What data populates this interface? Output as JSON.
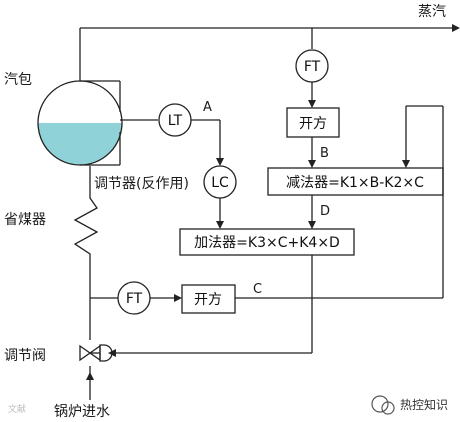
{
  "labels": {
    "steam": "蒸汽",
    "drum": "汽包",
    "controller": "调节器(反作用)",
    "economizer": "省煤器",
    "valve": "调节阀",
    "feedwater": "锅炉进水",
    "signal_a": "A",
    "signal_b": "B",
    "signal_c": "C",
    "signal_d": "D"
  },
  "instruments": {
    "lt": "LT",
    "lc": "LC",
    "ft_steam": "FT",
    "ft_water": "FT"
  },
  "blocks": {
    "sqrt_steam": "开方",
    "sqrt_water": "开方",
    "subtractor": "减法器=K1×B-K2×C",
    "adder": "加法器=K3×C+K4×D"
  },
  "footer": {
    "watermark": "文献",
    "brand": "热控知识"
  },
  "colors": {
    "water": "#8fd3d9",
    "line": "#222222"
  }
}
